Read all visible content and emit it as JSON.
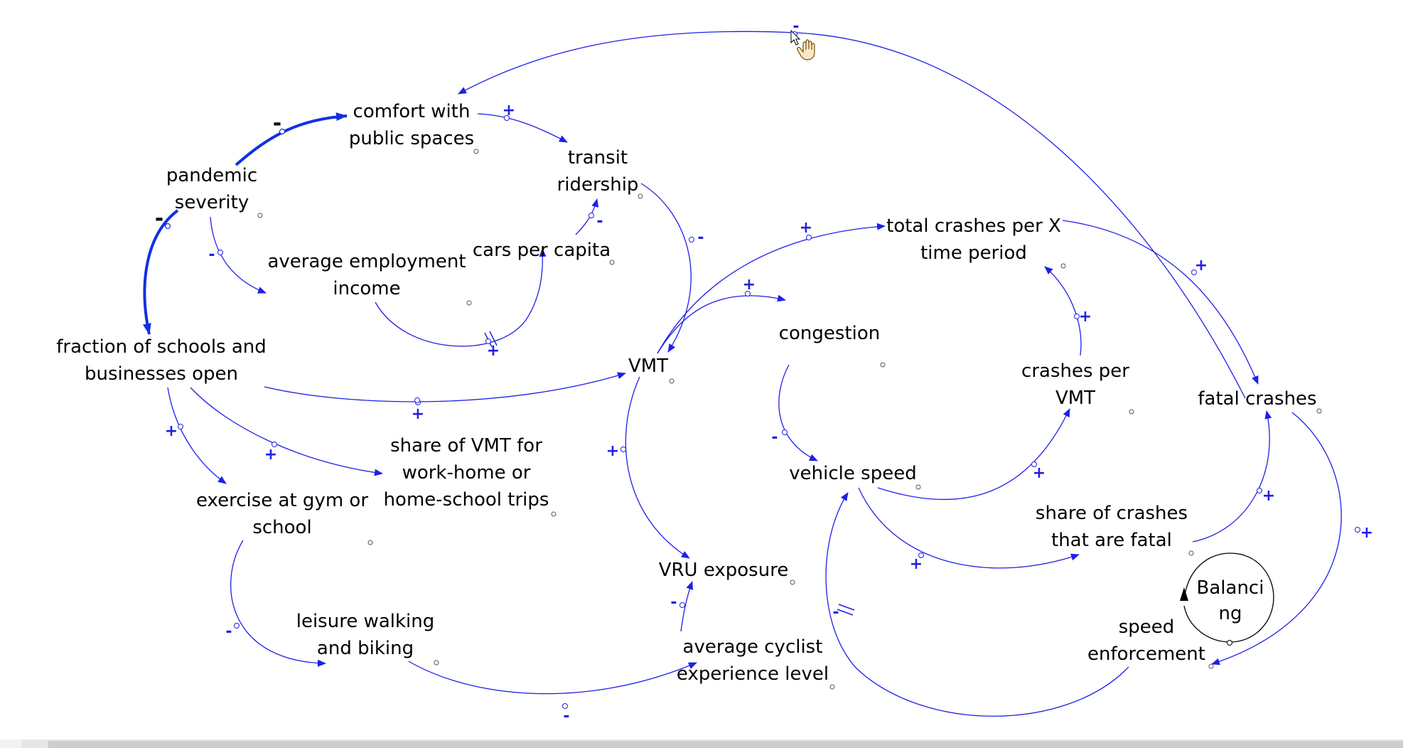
{
  "nodes": {
    "comfort": "comfort with\npublic spaces",
    "transit": "transit\nridership",
    "pandemic": "pandemic\nseverity",
    "income": "average employment\nincome",
    "cars": "cars per capita",
    "total_crashes": "total crashes per X\ntime period",
    "congestion": "congestion",
    "fraction_open": "fraction of schools and\nbusinesses open",
    "vmt": "VMT",
    "crashes_per_vmt": "crashes per\nVMT",
    "fatal": "fatal crashes",
    "share_vmt": "share of VMT for\nwork-home or\nhome-school trips",
    "exercise": "exercise at gym or\nschool",
    "vehicle_speed": "vehicle speed",
    "share_fatal": "share of crashes\nthat are fatal",
    "vru": "VRU exposure",
    "leisure": "leisure walking\nand biking",
    "cyclist": "average cyclist\nexperience level",
    "enforcement": "speed\nenforcement"
  },
  "loop": {
    "label": "Balanci\nng",
    "type": "balancing"
  },
  "colors": {
    "link": "#1f1fe6",
    "link_bold": "#1230e0",
    "text": "#000000"
  },
  "polarities": {
    "fatal_to_comfort": "-",
    "pandemic_to_comfort": "-",
    "pandemic_to_fraction": "-",
    "pandemic_to_income": "-",
    "comfort_to_transit": "+",
    "transit_to_vmt": "-",
    "cars_to_transit": "-",
    "income_to_cars": "+",
    "vmt_to_total": "+",
    "vmt_to_congestion": "+",
    "total_to_fatal": "+",
    "crashes_per_vmt_to_total": "+",
    "fraction_to_vmt": "+",
    "fraction_to_exercise": "+",
    "fraction_to_share_vmt": "+",
    "vmt_to_vru": "+",
    "congestion_to_speed": "-",
    "speed_to_crashes_per_vmt": "+",
    "speed_to_share_fatal": "+",
    "share_fatal_to_fatal": "+",
    "fatal_to_enforcement": "+",
    "enforcement_to_speed": "-",
    "exercise_to_leisure": "-",
    "leisure_to_cyclist": "-",
    "cyclist_to_vru": "-"
  },
  "icons": [
    "hand-cursor-icon",
    "arrow-cursor-icon",
    "balancing-loop-icon"
  ]
}
